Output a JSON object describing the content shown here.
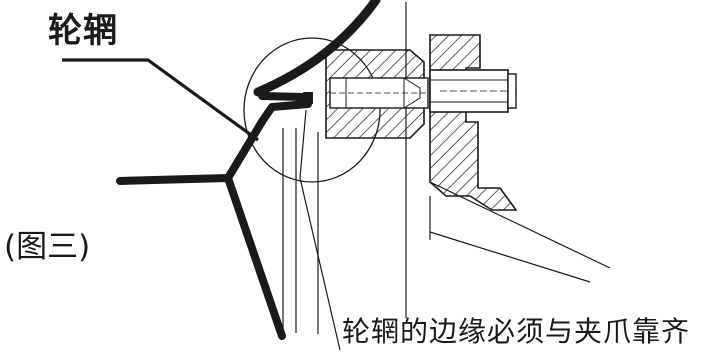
{
  "labels": {
    "rim": "轮辋",
    "figure": "(图三)",
    "note": "轮辋的边缘必须与夹爪靠齐"
  },
  "colors": {
    "ink": "#1a1a1a",
    "background": "#ffffff"
  }
}
